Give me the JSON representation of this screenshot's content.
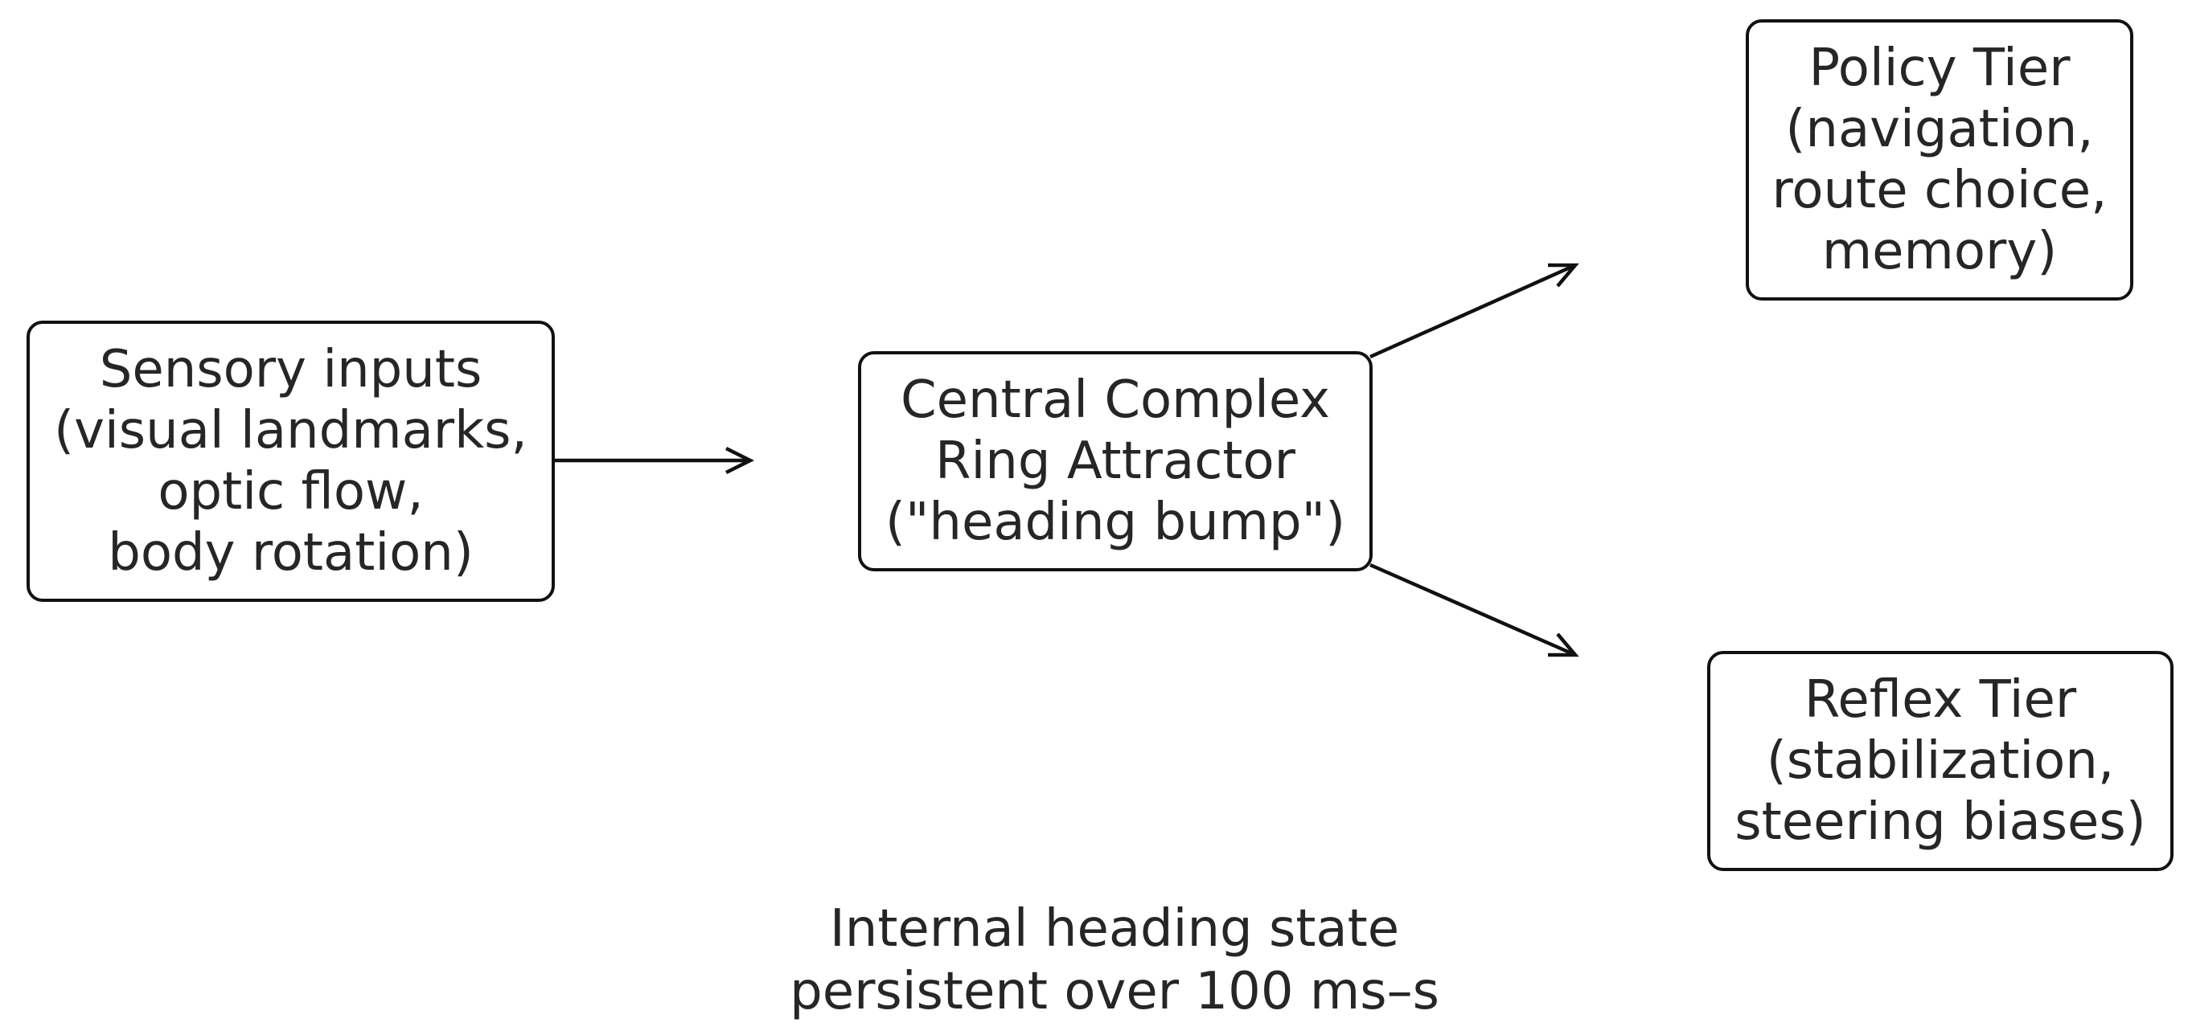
{
  "diagram": {
    "nodes": {
      "sensory": {
        "lines": [
          "Sensory inputs",
          "(visual landmarks,",
          "optic flow,",
          "body rotation)"
        ]
      },
      "central": {
        "lines": [
          "Central Complex",
          "Ring Attractor",
          "(\"heading bump\")"
        ]
      },
      "policy": {
        "lines": [
          "Policy Tier",
          "(navigation,",
          "route choice,",
          "memory)"
        ]
      },
      "reflex": {
        "lines": [
          "Reflex Tier",
          "(stabilization,",
          "steering biases)"
        ]
      }
    },
    "edges": [
      {
        "from": "sensory",
        "to": "central"
      },
      {
        "from": "central",
        "to": "policy"
      },
      {
        "from": "central",
        "to": "reflex"
      }
    ],
    "caption": [
      "Internal heading state",
      "persistent over 100 ms–s"
    ]
  }
}
